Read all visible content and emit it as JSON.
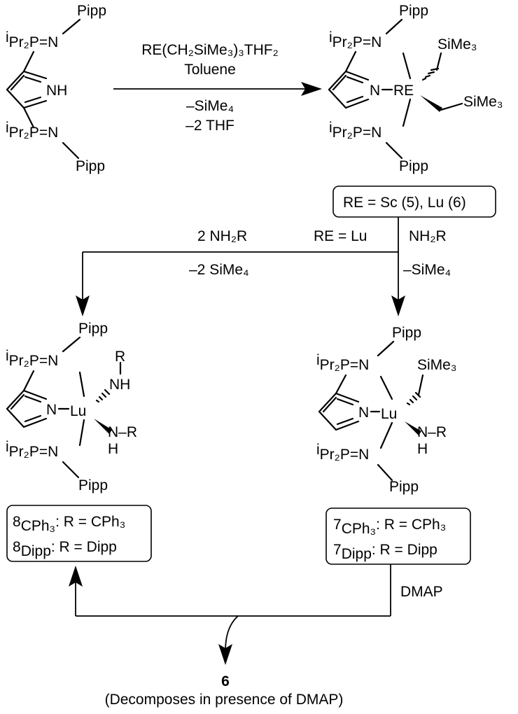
{
  "colors": {
    "ink": "#000000",
    "background": "#ffffff"
  },
  "reagents": {
    "top_line1": "RE(CH₂SiMe₃)₃THF₂",
    "top_line2": "Toluene",
    "top_line3": "–SiMe₄",
    "top_line4": "–2 THF",
    "left_above": "2 NH₂R",
    "left_below": "–2 SiMe₄",
    "right_condition": "RE = Lu",
    "right_above": "NH₂R",
    "right_below": "–SiMe₄",
    "bottom": "DMAP"
  },
  "atoms": {
    "pipp": "Pipp",
    "ipr2p": "iPr₂P=N",
    "ipr2p_sup": "i",
    "ipr2p_main": "Pr₂P=N",
    "nh": "NH",
    "n": "N",
    "re": "RE",
    "lu": "Lu",
    "sime3": "SiMe₃",
    "r": "R",
    "h": "H",
    "nr": "N–R"
  },
  "boxes": {
    "re_box": {
      "prefix": "RE = Sc (",
      "num1": "5",
      "mid": "), Lu (",
      "num2": "6",
      "suffix": ")"
    },
    "box8": {
      "num": "8",
      "sub1": "CPh₃",
      "text1": ": R = CPh₃",
      "sub2": "Dipp",
      "text2": ": R = Dipp"
    },
    "box7": {
      "num": "7",
      "sub1": "CPh₃",
      "text1": ": R = CPh₃",
      "sub2": "Dipp",
      "text2": ": R = Dipp"
    }
  },
  "product": {
    "number": "6",
    "note": "(Decomposes in presence of DMAP)"
  }
}
